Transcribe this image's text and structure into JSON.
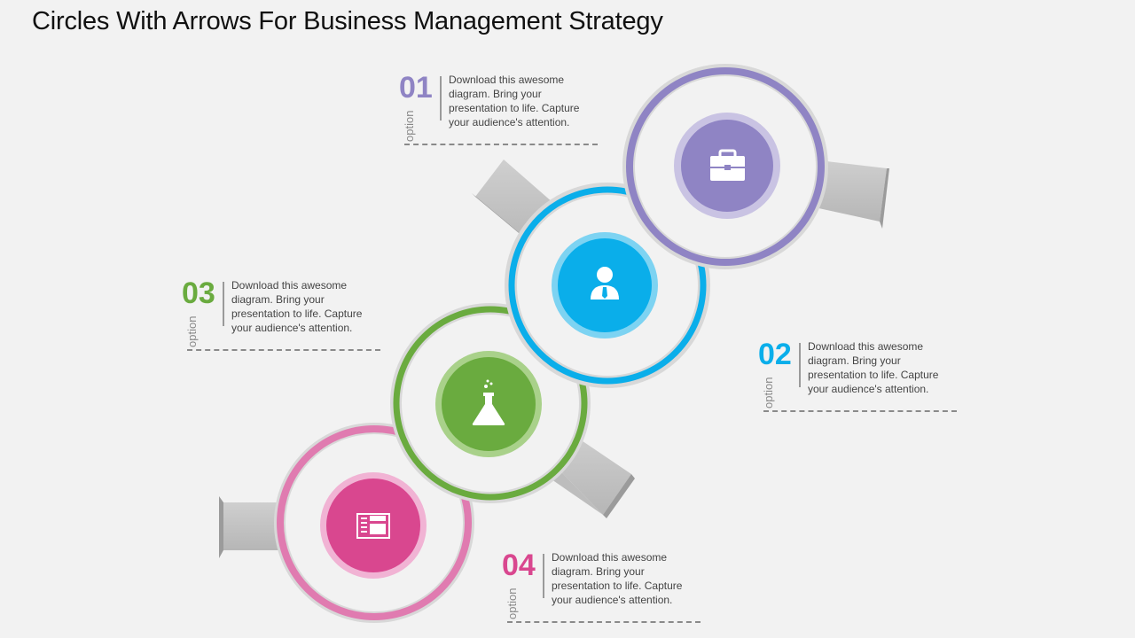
{
  "title": "Circles With Arrows For Business Management Strategy",
  "colors": {
    "background": "#f2f2f2",
    "purple": "#8f84c4",
    "blue": "#0aaeea",
    "green": "#6aab3f",
    "pink": "#d9478f",
    "arrow_gray": "#c2c2c2"
  },
  "steps": [
    {
      "number": "01",
      "label": "option",
      "text": "Download this awesome diagram. Bring your presentation to life. Capture your audience's attention.",
      "icon": "briefcase-icon",
      "color": "#8f84c4"
    },
    {
      "number": "02",
      "label": "option",
      "text": "Download this awesome diagram. Bring your presentation to life. Capture your audience's attention.",
      "icon": "businessman-icon",
      "color": "#0aaeea"
    },
    {
      "number": "03",
      "label": "option",
      "text": "Download this awesome diagram. Bring your presentation to life. Capture your audience's attention.",
      "icon": "flask-icon",
      "color": "#6aab3f"
    },
    {
      "number": "04",
      "label": "option",
      "text": "Download this awesome diagram. Bring your presentation to life. Capture your audience's attention.",
      "icon": "newspaper-icon",
      "color": "#d9478f"
    }
  ]
}
